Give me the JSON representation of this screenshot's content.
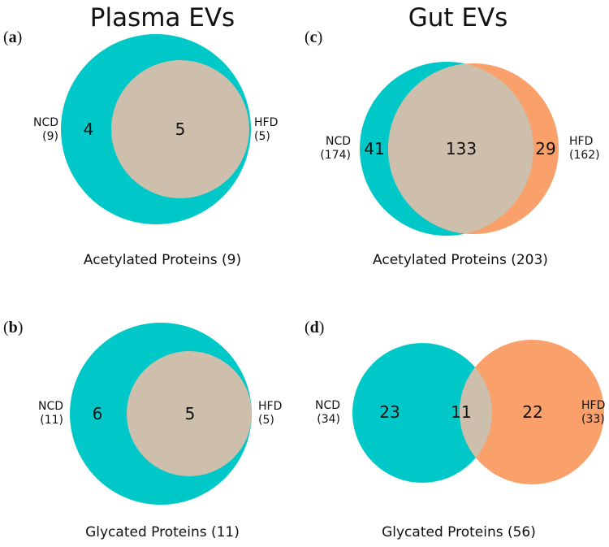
{
  "columns": {
    "left": "Plasma EVs",
    "right": "Gut EVs"
  },
  "colors": {
    "ncd": "#00c8c8",
    "hfd": "#f9a06b",
    "overlap": "#cdbfab"
  },
  "panels": {
    "a": {
      "label_open": "(",
      "label_letter": "a",
      "label_close": ")",
      "left_set": {
        "name": "NCD",
        "total": "(9)"
      },
      "right_set": {
        "name": "HFD",
        "total": "(5)"
      },
      "left_only": "4",
      "overlap": "5",
      "right_only": "",
      "caption": "Acetylated Proteins (9)"
    },
    "b": {
      "label_open": "(",
      "label_letter": "b",
      "label_close": ")",
      "left_set": {
        "name": "NCD",
        "total": "(11)"
      },
      "right_set": {
        "name": "HFD",
        "total": "(5)"
      },
      "left_only": "6",
      "overlap": "5",
      "right_only": "",
      "caption": "Glycated Proteins (11)"
    },
    "c": {
      "label_open": "(",
      "label_letter": "c",
      "label_close": ")",
      "left_set": {
        "name": "NCD",
        "total": "(174)"
      },
      "right_set": {
        "name": "HFD",
        "total": "(162)"
      },
      "left_only": "41",
      "overlap": "133",
      "right_only": "29",
      "caption": "Acetylated Proteins (203)"
    },
    "d": {
      "label_open": "(",
      "label_letter": "d",
      "label_close": ")",
      "left_set": {
        "name": "NCD",
        "total": "(34)"
      },
      "right_set": {
        "name": "HFD",
        "total": "(33)"
      },
      "left_only": "23",
      "overlap": "11",
      "right_only": "22",
      "caption": "Glycated Proteins (56)"
    }
  }
}
